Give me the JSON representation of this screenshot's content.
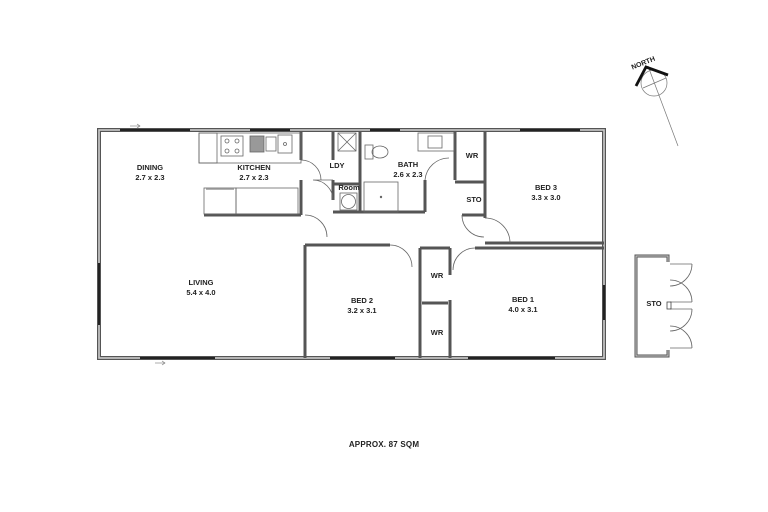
{
  "plan": {
    "total_area": "APPROX. 87 SQM",
    "compass": {
      "label": "NORTH"
    },
    "rooms": {
      "dining": {
        "name": "DINING",
        "size": "2.7 x 2.3"
      },
      "kitchen": {
        "name": "KITCHEN",
        "size": "2.7 x 2.3"
      },
      "laundry": {
        "name": "LDY"
      },
      "room": {
        "name": "Room"
      },
      "bath": {
        "name": "BATH",
        "size": "2.6 x 2.3"
      },
      "wr_bed3": {
        "name": "WR"
      },
      "sto_hall": {
        "name": "STO"
      },
      "bed3": {
        "name": "BED 3",
        "size": "3.3 x 3.0"
      },
      "living": {
        "name": "LIVING",
        "size": "5.4 x 4.0"
      },
      "bed2": {
        "name": "BED 2",
        "size": "3.2 x 3.1"
      },
      "wr_bed2": {
        "name": "WR"
      },
      "wr_bed1": {
        "name": "WR"
      },
      "bed1": {
        "name": "BED 1",
        "size": "4.0 x 3.1"
      },
      "sto_ext": {
        "name": "STO"
      }
    },
    "colors": {
      "wall_outer": "#555555",
      "wall_fill": "#bbbbbb",
      "line": "#444444"
    }
  }
}
